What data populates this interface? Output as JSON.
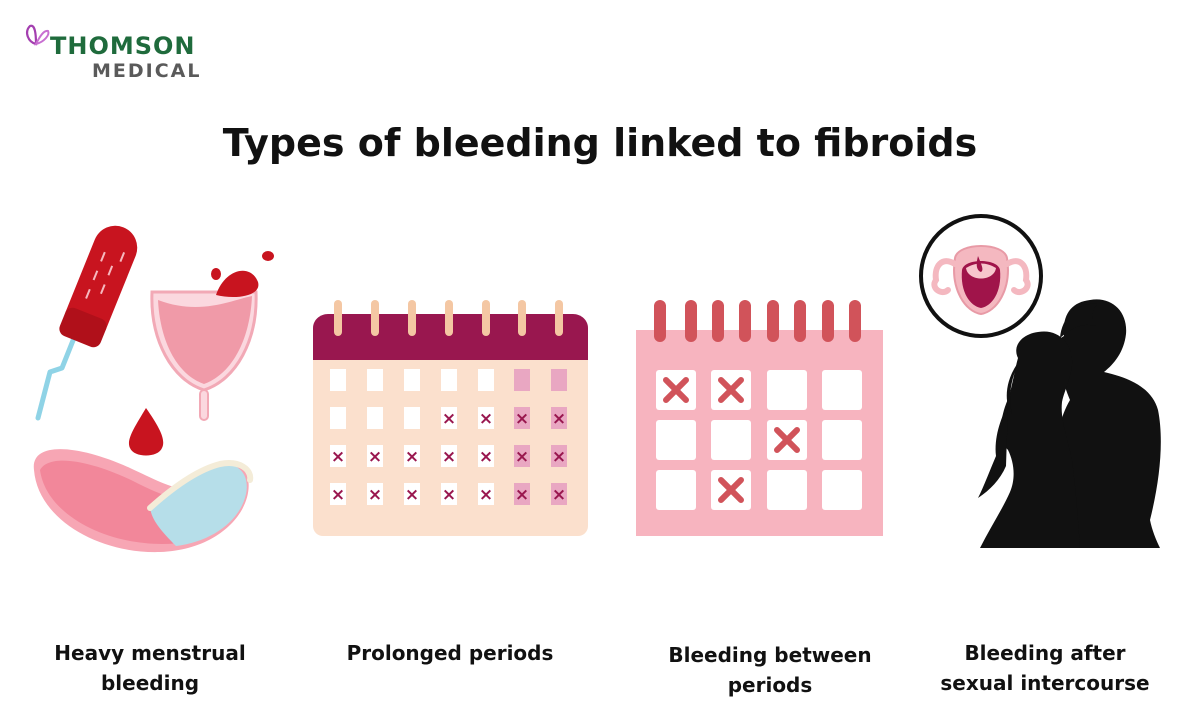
{
  "brand": {
    "name_line1": "THOMSON",
    "name_line2": "MEDICAL",
    "colors": {
      "green": "#1f6b3c",
      "grey": "#5a5a5a",
      "purple": "#a43fb0"
    }
  },
  "title": "Types of bleeding linked to fibroids",
  "items": [
    {
      "line1": "Heavy menstrual",
      "line2": "bleeding",
      "icon": "menstrual-products-icon"
    },
    {
      "line1": "Prolonged periods",
      "line2": "",
      "icon": "prolonged-calendar-icon"
    },
    {
      "line1": "Bleeding between",
      "line2": "periods",
      "icon": "intermenstrual-calendar-icon"
    },
    {
      "line1": "Bleeding after",
      "line2": "sexual intercourse",
      "icon": "couple-silhouette-icon"
    }
  ],
  "colors": {
    "blood_red": "#c0141f",
    "calendar_maroon": "#99174f",
    "calendar_peach": "#fbe0cd",
    "calendar_pink": "#f7b4bf",
    "mark_red": "#d1535a"
  }
}
